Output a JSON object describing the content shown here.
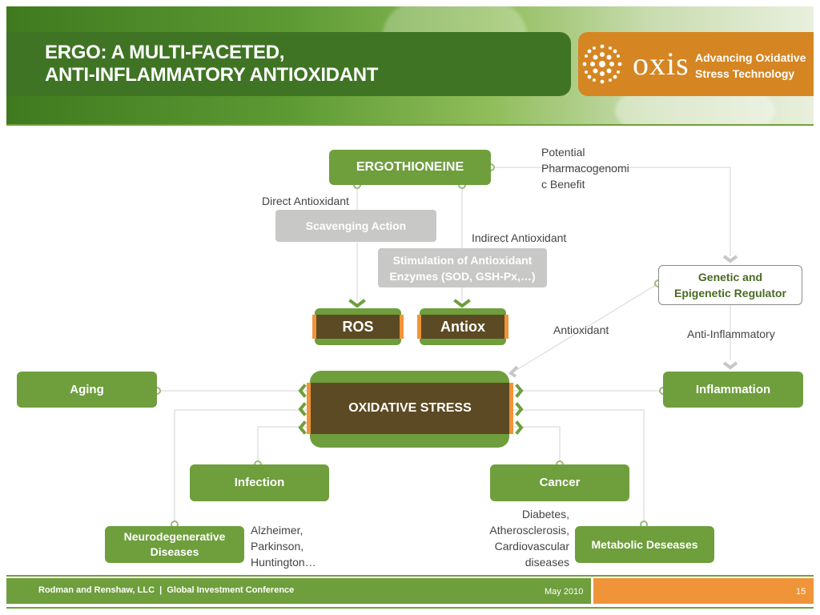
{
  "header": {
    "title_line1": "ERGO: A MULTI-FACETED,",
    "title_line2": "ANTI-INFLAMMATORY ANTIOXIDANT",
    "logo_word": "oxis",
    "tagline_line1": "Advancing Oxidative",
    "tagline_line2": "Stress Technology",
    "colors": {
      "title_bar": "#3f7424",
      "logo_panel": "#d58622"
    }
  },
  "diagram": {
    "ergothioneine": "ERGOTHIONEINE",
    "potential_line1": "Potential",
    "potential_line2": "Pharmacogenomi",
    "potential_line3": "c Benefit",
    "direct_antioxidant": "Direct Antioxidant",
    "scavenging_action": "Scavenging Action",
    "indirect_antioxidant": "Indirect Antioxidant",
    "stimulation_line1": "Stimulation of Antioxidant",
    "stimulation_line2": "Enzymes (SOD, GSH-Px,…)",
    "genetic_line1": "Genetic and",
    "genetic_line2": "Epigenetic Regulator",
    "ros": "ROS",
    "antiox": "Antiox",
    "antioxidant_label": "Antioxidant",
    "anti_inflammatory_label": "Anti-Inflammatory",
    "aging": "Aging",
    "oxidative_stress": "OXIDATIVE STRESS",
    "inflammation": "Inflammation",
    "infection": "Infection",
    "cancer": "Cancer",
    "neuro_line1": "Neurodegenerative",
    "neuro_line2": "Diseases",
    "alz_line1": "Alzheimer,",
    "alz_line2": "Parkinson,",
    "alz_line3": "Huntington…",
    "diab_line1": "Diabetes,",
    "diab_line2": "Atherosclerosis,",
    "diab_line3": "Cardiovascular",
    "diab_line4": "diseases",
    "metabolic": "Metabolic Deseases",
    "colors": {
      "green": "#6f9e3d",
      "brown": "#5c4a24",
      "orange": "#f0943a",
      "gray": "#c8c9c7"
    }
  },
  "footer": {
    "left_text": "Rodman and Renshaw, LLC  |  Global Investment Conference",
    "date": "May 2010",
    "page": "15"
  }
}
